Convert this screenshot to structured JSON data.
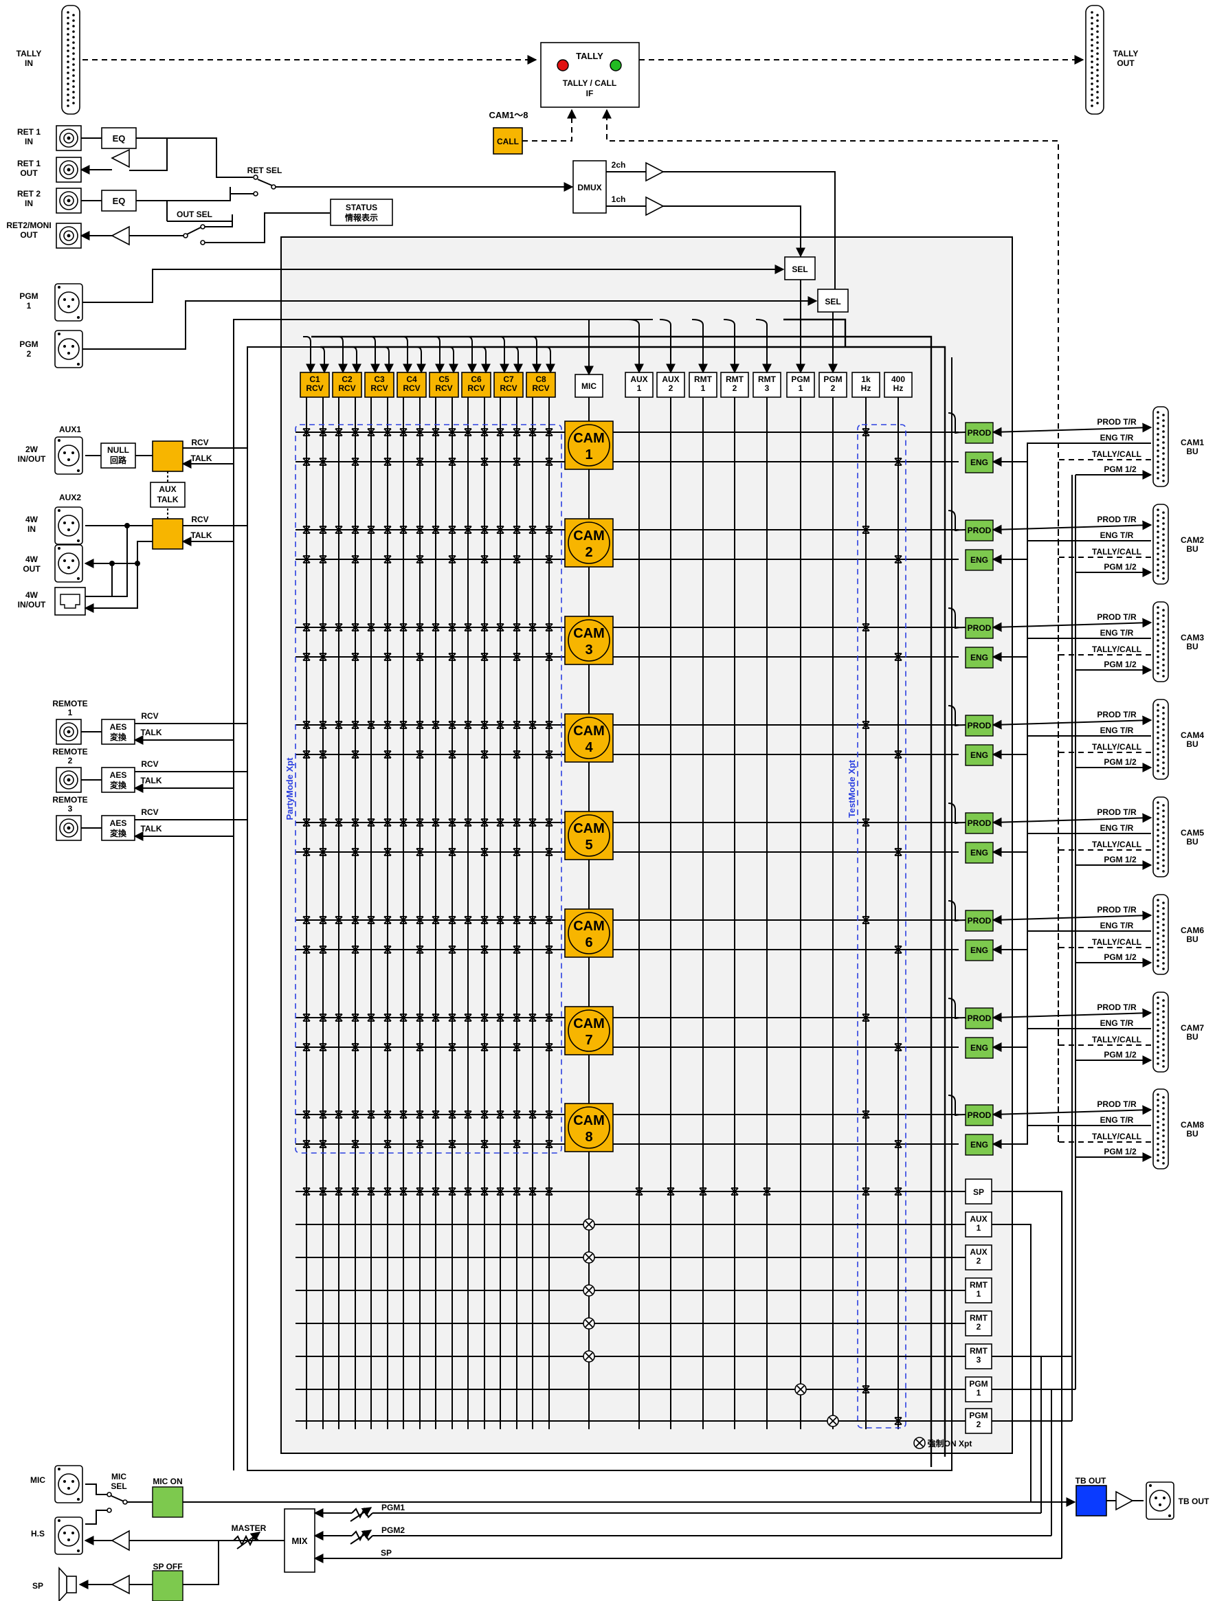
{
  "tally": {
    "title": "TALLY",
    "subtitle": "TALLY / CALL",
    "subtitle2": "IF",
    "in_label": "TALLY",
    "in_label2": "IN",
    "out_label": "TALLY",
    "out_label2": "OUT",
    "cam_range": "CAM1～8",
    "call": "CALL"
  },
  "left_inputs": {
    "ret1_in": [
      "RET 1",
      "IN"
    ],
    "ret1_out": [
      "RET 1",
      "OUT"
    ],
    "ret2_in": [
      "RET 2",
      "IN"
    ],
    "ret2_out": [
      "RET2/MONI",
      "OUT"
    ],
    "eq": "EQ",
    "ret_sel": "RET SEL",
    "out_sel": "OUT SEL",
    "status": [
      "STATUS",
      "情報表示"
    ],
    "dmux": "DMUX",
    "ch2": "2ch",
    "ch1": "1ch",
    "sel": "SEL",
    "pgm1": [
      "PGM",
      "1"
    ],
    "pgm2": [
      "PGM",
      "2"
    ]
  },
  "aux": {
    "aux1": "AUX1",
    "aux2": "AUX2",
    "w2": [
      "2W",
      "IN/OUT"
    ],
    "w4in": [
      "4W",
      "IN"
    ],
    "w4out": [
      "4W",
      "OUT"
    ],
    "w4io": [
      "4W",
      "IN/OUT"
    ],
    "null": [
      "NULL",
      "回路"
    ],
    "aux_talk": [
      "AUX",
      "TALK"
    ],
    "rcv": "RCV",
    "talk": "TALK"
  },
  "remote": {
    "items": [
      [
        "REMOTE",
        "1"
      ],
      [
        "REMOTE",
        "2"
      ],
      [
        "REMOTE",
        "3"
      ]
    ],
    "aes": [
      "AES",
      "変換"
    ],
    "rcv": "RCV",
    "talk": "TALK"
  },
  "matrix": {
    "columns": [
      [
        "C1",
        "RCV"
      ],
      [
        "C2",
        "RCV"
      ],
      [
        "C3",
        "RCV"
      ],
      [
        "C4",
        "RCV"
      ],
      [
        "C5",
        "RCV"
      ],
      [
        "C6",
        "RCV"
      ],
      [
        "C7",
        "RCV"
      ],
      [
        "C8",
        "RCV"
      ]
    ],
    "mic": "MIC",
    "right_columns": [
      [
        "AUX",
        "1"
      ],
      [
        "AUX",
        "2"
      ],
      [
        "RMT",
        "1"
      ],
      [
        "RMT",
        "2"
      ],
      [
        "RMT",
        "3"
      ],
      [
        "PGM",
        "1"
      ],
      [
        "PGM",
        "2"
      ]
    ],
    "tones": [
      [
        "1k",
        "Hz"
      ],
      [
        "400",
        "Hz"
      ]
    ],
    "cams": [
      [
        "CAM",
        "1"
      ],
      [
        "CAM",
        "2"
      ],
      [
        "CAM",
        "3"
      ],
      [
        "CAM",
        "4"
      ],
      [
        "CAM",
        "5"
      ],
      [
        "CAM",
        "6"
      ],
      [
        "CAM",
        "7"
      ],
      [
        "CAM",
        "8"
      ]
    ],
    "party_label": "PartyMode Xpt",
    "test_label": "TestMode Xpt",
    "outputs": [
      "SP",
      [
        "AUX",
        "1"
      ],
      [
        "AUX",
        "2"
      ],
      [
        "RMT",
        "1"
      ],
      [
        "RMT",
        "2"
      ],
      [
        "RMT",
        "3"
      ],
      [
        "PGM",
        "1"
      ],
      [
        "PGM",
        "2"
      ]
    ],
    "forced": "強制ON Xpt"
  },
  "cam_side": {
    "prod": "PROD",
    "eng": "ENG",
    "lines": [
      "PROD T/R",
      "ENG T/R",
      "TALLY/CALL",
      "PGM 1/2"
    ],
    "bus": [
      [
        "CAM1",
        "BU"
      ],
      [
        "CAM2",
        "BU"
      ],
      [
        "CAM3",
        "BU"
      ],
      [
        "CAM4",
        "BU"
      ],
      [
        "CAM5",
        "BU"
      ],
      [
        "CAM6",
        "BU"
      ],
      [
        "CAM7",
        "BU"
      ],
      [
        "CAM8",
        "BU"
      ]
    ]
  },
  "bottom": {
    "mic": "MIC",
    "hs": "H.S",
    "sp": "SP",
    "mic_sel": [
      "MIC",
      "SEL"
    ],
    "mic_on": "MIC ON",
    "sp_off": "SP OFF",
    "master": "MASTER",
    "mix": "MIX",
    "pgm1": "PGM1",
    "pgm2": "PGM2",
    "sp_line": "SP",
    "tb_out": "TB OUT",
    "tb_out2": "TB OUT"
  },
  "colors": {
    "orange": "#f7b500",
    "green": "#7dc94e",
    "blue": "#0a3bff",
    "panel": "#f2f2f2",
    "dash_blue": "#2a3fe0"
  }
}
